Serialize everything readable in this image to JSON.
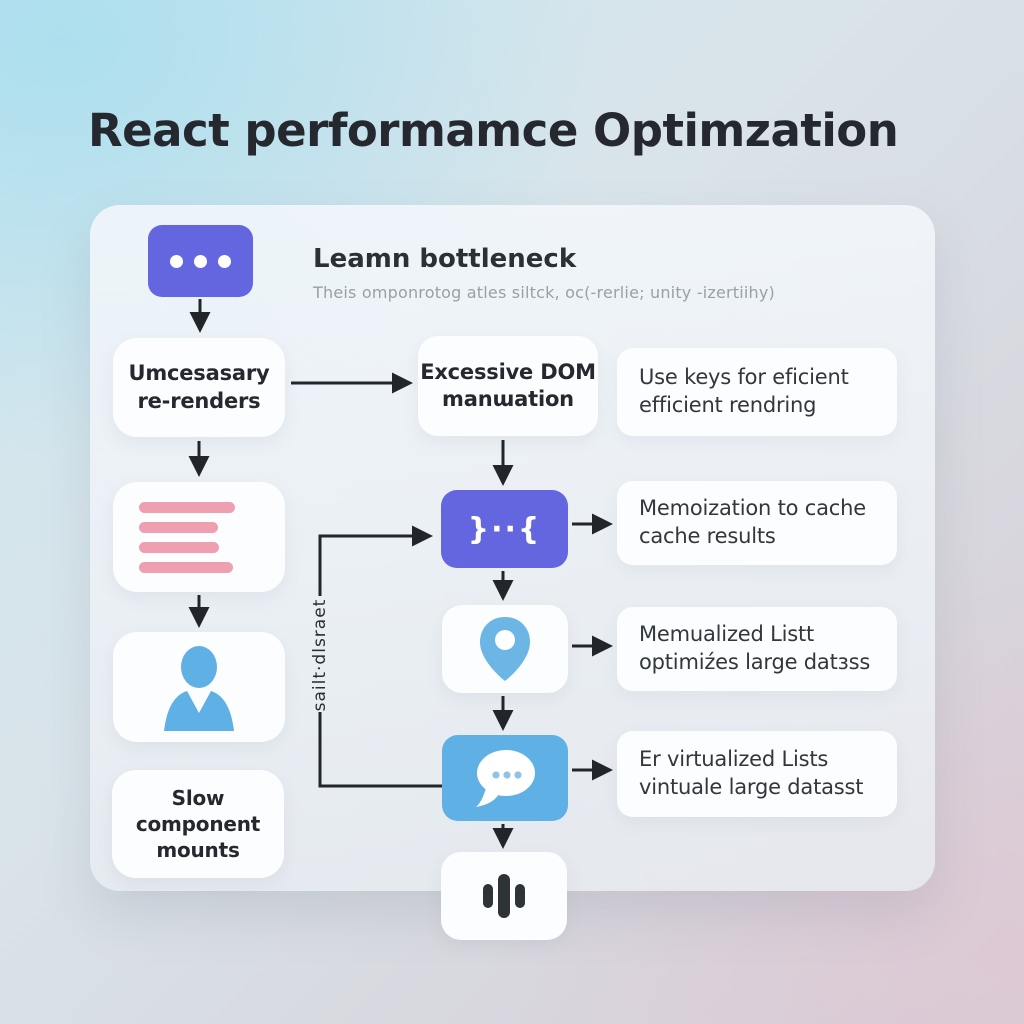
{
  "title": "React performamce Optimzation",
  "colors": {
    "accent-purple": "#6366de",
    "accent-blue": "#5eb0e5",
    "accent-pink": "#efa0b0",
    "arrow": "#22262b",
    "text-dark": "#25292f",
    "text-gray": "#98a0a8"
  },
  "flowchart": {
    "header": {
      "title": "Leamn bottleneck",
      "subtitle": "Theis omponrotog atles siltck, oc(-rerlie; unity -izertiihy)",
      "icon": "ellipsis-icon"
    },
    "nodes": {
      "unnecessary_rerenders": "Umcesasary\nre-renders",
      "excessive_dom": "Excessive DOM\nmanɯation",
      "slow_mounts": "Slow\ncomponent\nmounts",
      "code_glyph": "}··{",
      "vertical_label": "sailt·dlsraet"
    },
    "icons": [
      "ellipsis-icon",
      "list-lines-icon",
      "person-icon",
      "code-braces-icon",
      "location-pin-icon",
      "chat-bubble-icon",
      "equalizer-icon"
    ],
    "tips": [
      "Use keys for eficient\nefficient rendring",
      "Memoization to cache\ncache results",
      "Memualized Listt\noptimiźes large datɜss",
      "Er virtualized Lists\nvintuale large datasst"
    ]
  }
}
